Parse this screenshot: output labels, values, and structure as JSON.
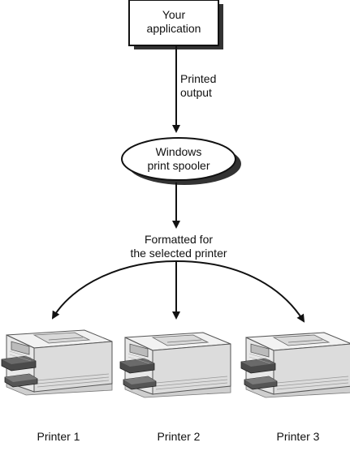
{
  "app_box": {
    "label": "Your\napplication"
  },
  "arrow1_label": "Printed\noutput",
  "spooler": {
    "label": "Windows\nprint spooler"
  },
  "arrow2_label": "Formatted for\nthe selected printer",
  "printers": [
    {
      "label": "Printer 1"
    },
    {
      "label": "Printer 2"
    },
    {
      "label": "Printer 3"
    }
  ],
  "colors": {
    "line": "#111111",
    "shadow": "#333333",
    "printer_body": "#e6e6e6",
    "printer_dark": "#4a4a4a"
  }
}
